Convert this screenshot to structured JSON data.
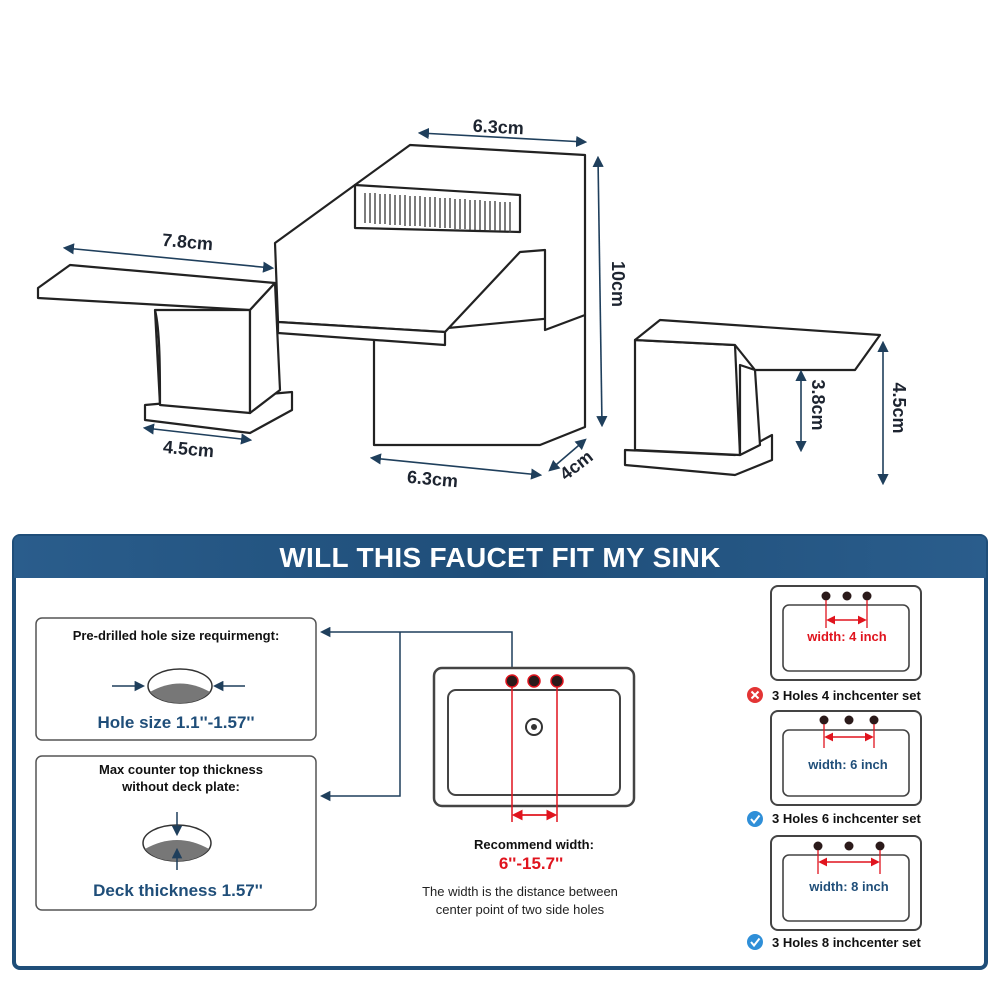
{
  "faucet": {
    "spout_top_width": "6.3cm",
    "handle_length": "7.8cm",
    "spout_height": "10cm",
    "handle_base_width": "4.5cm",
    "spout_base_width": "6.3cm",
    "spout_depth": "4cm",
    "handle_height": "3.8cm",
    "handle_total_height": "4.5cm"
  },
  "panel": {
    "title": "WILL THIS FAUCET FIT MY SINK",
    "hole_box": {
      "title": "Pre-drilled hole size requirmengt:",
      "value": "Hole size 1.1''-1.57''"
    },
    "deck_box": {
      "title_line1": "Max counter top thickness",
      "title_line2": "without deck plate:",
      "value": "Deck thickness 1.57''"
    },
    "recommend": {
      "label": "Recommend width:",
      "value": "6''-15.7''",
      "caption_line1": "The width is the distance between",
      "caption_line2": "center point of two side holes"
    },
    "options": [
      {
        "width_label": "width: 4 inch",
        "caption": "3 Holes 4 inchcenter set",
        "status_icon": "x-circle-icon",
        "fits": false
      },
      {
        "width_label": "width: 6 inch",
        "caption": "3 Holes 6 inchcenter set",
        "status_icon": "check-circle-icon",
        "fits": true
      },
      {
        "width_label": "width: 8 inch",
        "caption": "3 Holes 8 inchcenter set",
        "status_icon": "check-circle-icon",
        "fits": true
      }
    ]
  },
  "colors": {
    "panel_blue": "#1f4e79",
    "accent_red": "#e0141e",
    "check_blue": "#2f8fd8"
  }
}
